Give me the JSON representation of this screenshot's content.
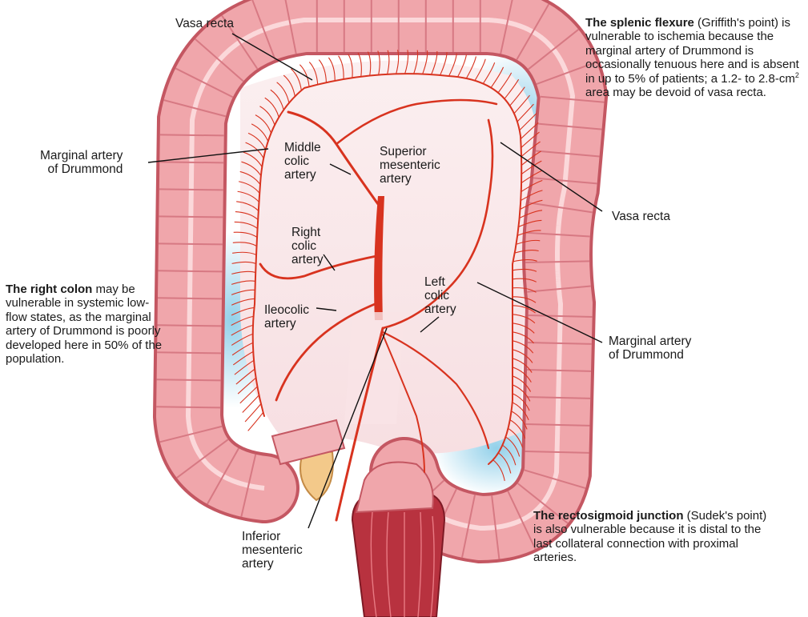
{
  "labels": {
    "vasa_recta_top": "Vasa recta",
    "marginal_left": "Marginal artery\nof Drummond",
    "middle_colic": "Middle\ncolic\nartery",
    "superior_mesenteric": "Superior\nmesenteric\nartery",
    "right_colic": "Right\ncolic\nartery",
    "ileocolic": "Ileocolic\nartery",
    "left_colic": "Left\ncolic\nartery",
    "vasa_recta_right": "Vasa recta",
    "marginal_right": "Marginal artery\nof Drummond",
    "inferior_mesenteric": "Inferior\nmesenteric\nartery"
  },
  "notes": {
    "splenic": {
      "title": "The splenic flexure",
      "body_1": " (Griffith's point) is vulnerable to ischemia because the marginal artery of Drummond is occasionally tenuous here and is absent in up to 5% of patients; a 1.2- to 2.8-cm",
      "sup": "2",
      "body_2": " area may be devoid of vasa recta."
    },
    "right_colon": {
      "title": "The right colon",
      "body": " may be vulnerable in systemic low-flow states, as the marginal artery of Drummond is poorly developed here in 50% of the population."
    },
    "rectosigmoid": {
      "title": "The rectosigmoid junction",
      "body": " (Sudek's point) is also vulnerable because it is distal to the last collateral connection with proximal arteries."
    }
  },
  "colors": {
    "colon_fill": "#f0a6ab",
    "colon_edge": "#c45762",
    "artery": "#d8331f",
    "ischemia_glow": "#7fc8e6",
    "rectum": "#b8323f"
  }
}
